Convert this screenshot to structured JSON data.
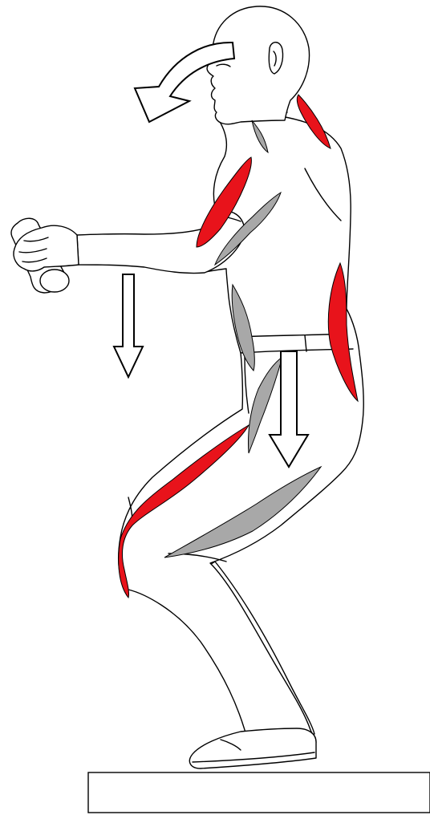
{
  "figure": {
    "subject": "standing-squat-posture",
    "colors": {
      "background": "#ffffff",
      "outline": "#000000",
      "active_muscle": "#e8131b",
      "stretched_muscle": "#a8a8a8",
      "arrow_fill": "#ffffff"
    },
    "muscle_groups": {
      "active": [
        "upper-trapezius",
        "anterior-deltoid",
        "erector-spinae",
        "quadriceps"
      ],
      "stretched": [
        "neck-front",
        "triceps",
        "abdominals",
        "hip-flexor",
        "hamstrings"
      ]
    },
    "arrows": [
      "head-rotation-arrow",
      "arms-down-arrow",
      "hips-down-arrow"
    ]
  }
}
